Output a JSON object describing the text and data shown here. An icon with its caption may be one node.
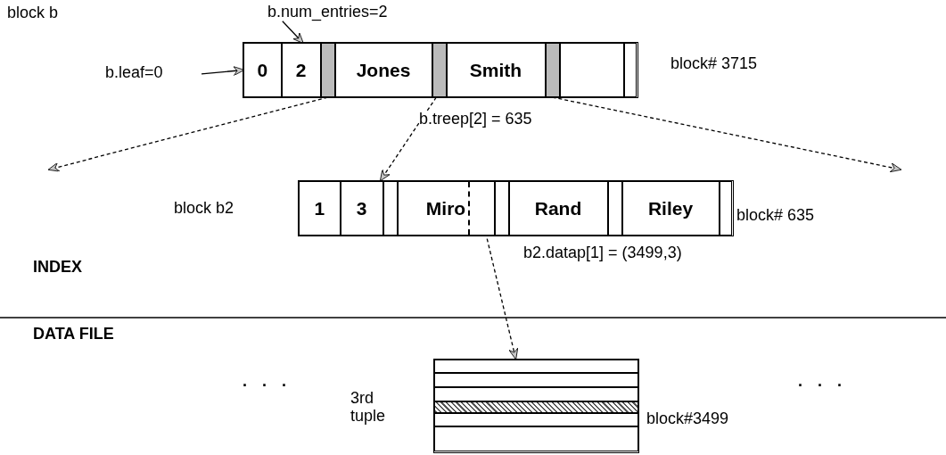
{
  "diagram": {
    "nodes": [
      {
        "text": [],
        "shape": "box",
        "beside": [
          "block# 3715"
        ]
      },
      {
        "text": [
          "0"
        ],
        "in": 0
      },
      {
        "text": [
          "2"
        ],
        "in": 0
      },
      {
        "text": [],
        "shape": "bar",
        "in": 0
      },
      {
        "text": [
          "Jones"
        ],
        "in": 0
      },
      {
        "text": [],
        "shape": "bar",
        "in": 0
      },
      {
        "text": [
          "Smith"
        ],
        "in": 0
      },
      {
        "text": [],
        "shape": "bar",
        "in": 0
      },
      {
        "text": [],
        "shape": "box",
        "in": 0
      },
      {
        "text": [],
        "shape": "box",
        "in": 0
      },
      {
        "text": [
          "b.leaf=0"
        ]
      },
      {
        "text": [
          "b.num_entries=2"
        ]
      },
      {
        "text": [],
        "shape": "box",
        "beside": [
          "block# 635"
        ]
      },
      {
        "text": [
          "1"
        ],
        "in": 12
      },
      {
        "text": [
          "3"
        ],
        "in": 12
      },
      {
        "text": [],
        "shape": "box",
        "in": 12
      },
      {
        "text": [
          "Miro"
        ],
        "in": 12
      },
      {
        "text": [],
        "shape": "box",
        "in": 12
      },
      {
        "text": [
          "Rand"
        ],
        "in": 12
      },
      {
        "text": [],
        "shape": "box",
        "in": 12
      },
      {
        "text": [
          "Riley"
        ],
        "in": 12
      },
      {
        "text": [],
        "shape": "box",
        "in": 12
      },
      {
        "text": [],
        "shape": "box",
        "beside": [
          "block#3499"
        ]
      },
      {
        "text": [],
        "shape": "box",
        "in": 22
      },
      {
        "text": [],
        "shape": "box",
        "in": 22
      },
      {
        "text": [],
        "shape": "box",
        "in": 22
      },
      {
        "text": [],
        "shape": "box",
        "in": 22,
        "beside": [
          "3rd tuple"
        ]
      },
      {
        "text": [],
        "shape": "box",
        "in": 22
      },
      {
        "text": [],
        "shape": "box",
        "in": 22
      }
    ],
    "edges": [
      {
        "from": 10,
        "to": 1,
        "arrow": "to"
      },
      {
        "from": 11,
        "to": 2,
        "arrow": "to"
      },
      {
        "from": 3,
        "to": null,
        "arrow": "to",
        "style": "dashed"
      },
      {
        "from": 5,
        "to": 12,
        "arrow": "to",
        "style": "dashed",
        "label": "b.treep[2] = 635"
      },
      {
        "from": 7,
        "to": null,
        "arrow": "to",
        "style": "dashed"
      },
      {
        "from": 16,
        "to": 22,
        "arrow": "to",
        "style": "dashed",
        "label": "b2.datap[1] = (3499,3)"
      }
    ],
    "labels": [
      "block b",
      "block b2",
      "INDEX",
      "DATA FILE",
      ". . .",
      ". . ."
    ]
  }
}
